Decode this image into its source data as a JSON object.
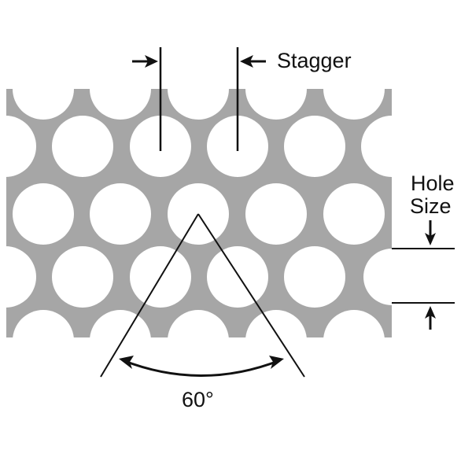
{
  "labels": {
    "stagger": "Stagger",
    "hole_line1": "Hole",
    "hole_line2": "Size",
    "angle": "60°"
  },
  "colors": {
    "plate": "#a6a6a6",
    "hole": "#ffffff",
    "line": "#111111",
    "text": "#111111"
  },
  "pattern": {
    "type": "staggered round perforation",
    "stagger_angle_degrees": 60
  }
}
